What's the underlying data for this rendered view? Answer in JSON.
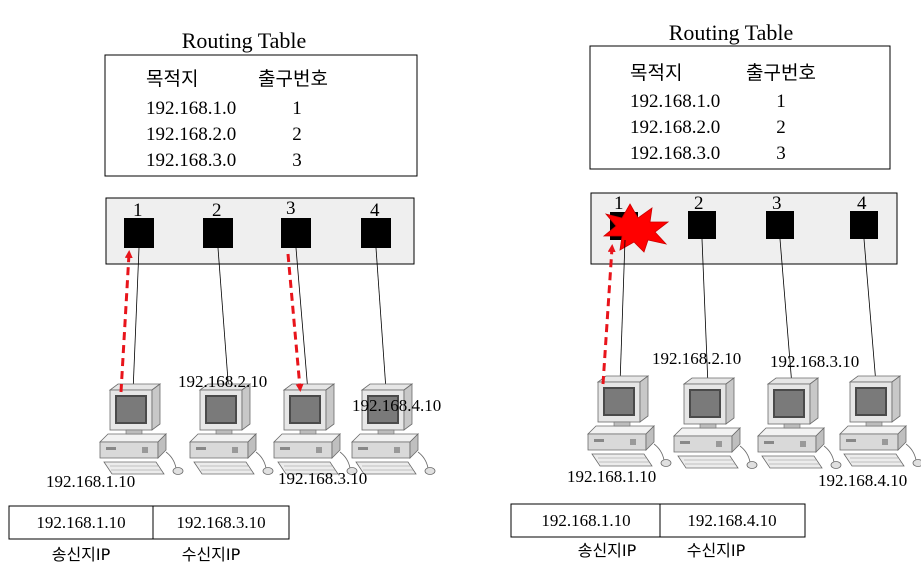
{
  "left": {
    "routing_table": {
      "title": "Routing Table",
      "header": {
        "dest": "목적지",
        "port": "출구번호"
      },
      "rows": [
        {
          "dest": "192.168.1.0",
          "port": "1"
        },
        {
          "dest": "192.168.2.0",
          "port": "2"
        },
        {
          "dest": "192.168.3.0",
          "port": "3"
        }
      ]
    },
    "router_ports": [
      "1",
      "2",
      "3",
      "4"
    ],
    "hosts": [
      "192.168.1.10",
      "192.168.2.10",
      "192.168.3.10",
      "192.168.4.10"
    ],
    "packet": {
      "src": "192.168.1.10",
      "dst": "192.168.3.10",
      "src_label": "송신지IP",
      "dst_label": "수신지IP"
    }
  },
  "right": {
    "routing_table": {
      "title": "Routing Table",
      "header": {
        "dest": "목적지",
        "port": "출구번호"
      },
      "rows": [
        {
          "dest": "192.168.1.0",
          "port": "1"
        },
        {
          "dest": "192.168.2.0",
          "port": "2"
        },
        {
          "dest": "192.168.3.0",
          "port": "3"
        }
      ]
    },
    "router_ports": [
      "1",
      "2",
      "3",
      "4"
    ],
    "hosts": [
      "192.168.1.10",
      "192.168.2.10",
      "192.168.3.10",
      "192.168.4.10"
    ],
    "packet": {
      "src": "192.168.1.10",
      "dst": "192.168.4.10",
      "src_label": "송신지IP",
      "dst_label": "수신지IP"
    }
  },
  "colors": {
    "arrow": "#e8141b",
    "burst": "#ff0000",
    "router_fill": "#efefef",
    "port_fill": "#000000"
  }
}
